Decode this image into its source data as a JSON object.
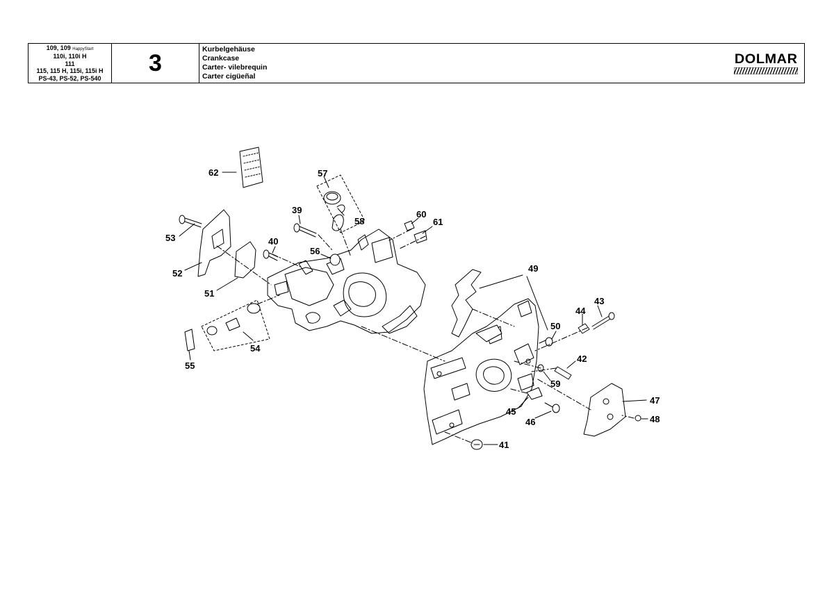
{
  "header": {
    "models": {
      "line1": "109, 109",
      "line1_small": "HappyStart",
      "line2": "110i, 110i H",
      "line3": "111",
      "line4": "115, 115 H, 115i, 115i H",
      "line5": "PS-43, PS-52, PS-540"
    },
    "page_number": "3",
    "titles": [
      "Kurbelgehäuse",
      "Crankcase",
      "Carter- vilebrequin",
      "Carter cigüeñal"
    ],
    "brand": "DOLMAR"
  },
  "callouts": [
    "39",
    "40",
    "41",
    "42",
    "43",
    "44",
    "45",
    "46",
    "47",
    "48",
    "49",
    "50",
    "51",
    "52",
    "53",
    "54",
    "55",
    "56",
    "57",
    "58",
    "59",
    "60",
    "61",
    "62"
  ]
}
